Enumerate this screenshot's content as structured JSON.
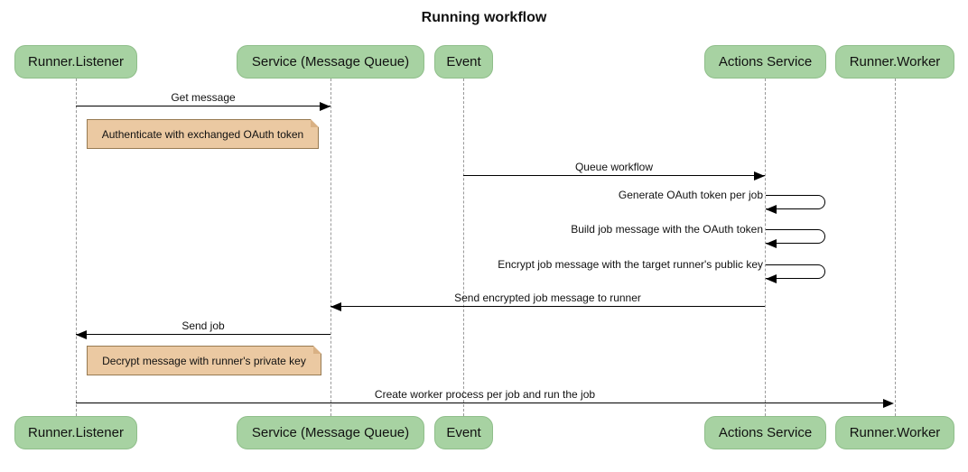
{
  "title": "Running workflow",
  "diagram_type": "sequence",
  "actors": [
    {
      "id": "runner-listener",
      "label": "Runner.Listener"
    },
    {
      "id": "service-message-queue",
      "label": "Service (Message Queue)"
    },
    {
      "id": "event",
      "label": "Event"
    },
    {
      "id": "actions-service",
      "label": "Actions Service"
    },
    {
      "id": "runner-worker",
      "label": "Runner.Worker"
    }
  ],
  "messages": [
    {
      "label": "Get message",
      "from": "Runner.Listener",
      "to": "Service (Message Queue)",
      "direction": "right"
    },
    {
      "label": "Queue workflow",
      "from": "Event",
      "to": "Actions Service",
      "direction": "right"
    },
    {
      "label": "Generate OAuth token per job",
      "from": "Actions Service",
      "to": "Actions Service",
      "direction": "self"
    },
    {
      "label": "Build job message with the OAuth token",
      "from": "Actions Service",
      "to": "Actions Service",
      "direction": "self"
    },
    {
      "label": "Encrypt job message with the target runner's public key",
      "from": "Actions Service",
      "to": "Actions Service",
      "direction": "self"
    },
    {
      "label": "Send encrypted job message to runner",
      "from": "Actions Service",
      "to": "Service (Message Queue)",
      "direction": "left"
    },
    {
      "label": "Send job",
      "from": "Service (Message Queue)",
      "to": "Runner.Listener",
      "direction": "left"
    },
    {
      "label": "Create worker process per job and run the job",
      "from": "Runner.Listener",
      "to": "Runner.Worker",
      "direction": "right"
    }
  ],
  "notes": [
    {
      "text": "Authenticate with exchanged OAuth token",
      "over": "Runner.Listener"
    },
    {
      "text": "Decrypt message with runner's private key",
      "over": "Runner.Listener"
    }
  ],
  "colors": {
    "actor_fill": "#a7d2a2",
    "actor_border": "#8fbe8a",
    "note_fill": "#ebc9a2",
    "note_border": "#977a52",
    "note_fold": "#d9b184",
    "line": "#000000",
    "lifeline": "#999999",
    "text": "#111111"
  }
}
